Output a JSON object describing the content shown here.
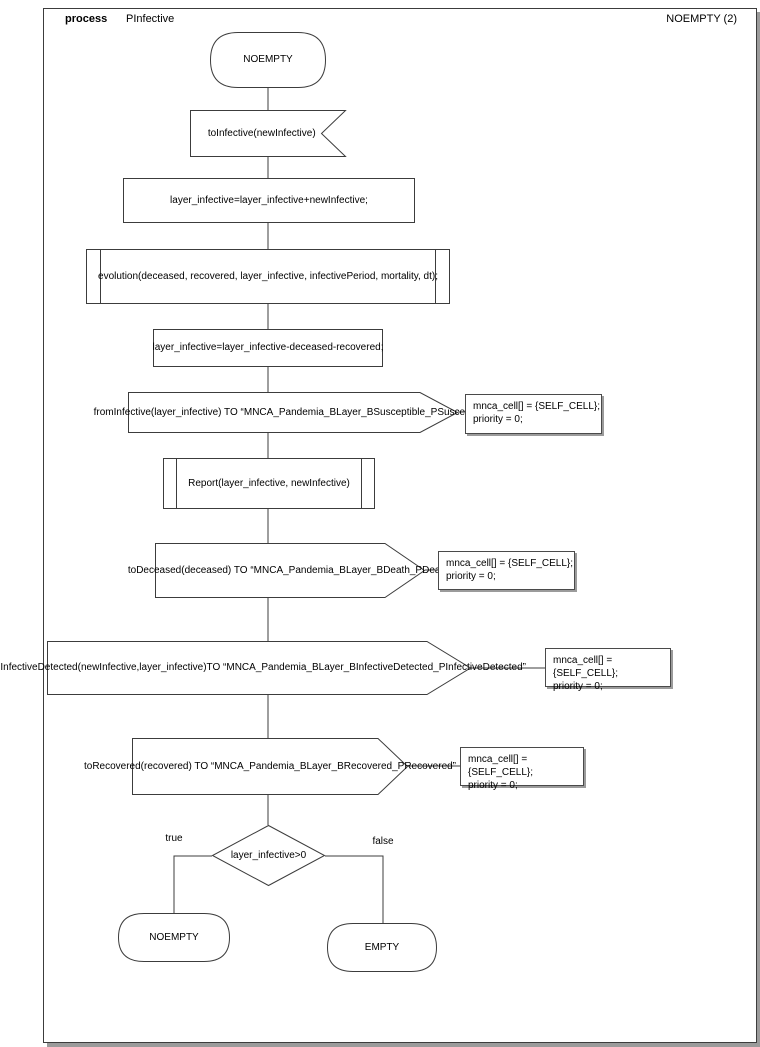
{
  "header": {
    "kind": "process",
    "name": "PInfective",
    "page_ref": "NOEMPTY (2)"
  },
  "flow": {
    "start_state": "NOEMPTY",
    "input_signal": "toInfective(newInfective)",
    "task_add": "layer_infective=layer_infective+newInfective;",
    "call_evolution": "evolution(deceased, recovered, layer_infective, infectivePeriod, mortality, dt);",
    "task_subtract": "layer_infective=layer_infective-deceased-recovered;",
    "out_from_infective": "fromInfective(layer_infective) TO “MNCA_Pandemia_BLayer_BSusceptible_PSusceptible”",
    "call_report": "Report(layer_infective, newInfective)",
    "out_to_deceased": "toDeceased(deceased) TO “MNCA_Pandemia_BLayer_BDeath_PDeath”",
    "out_to_infective_detected": "toInfectiveDetected(newInfective,layer_infective)TO “MNCA_Pandemia_BLayer_BInfectiveDetected_PInfectiveDetected”",
    "out_to_recovered": "toRecovered(recovered) TO “MNCA_Pandemia_BLayer_BRecovered_PRecovered”",
    "decision": "layer_infective>0",
    "label_true": "true",
    "label_false": "false",
    "end_state_true": "NOEMPTY",
    "end_state_false": "EMPTY"
  },
  "comments": [
    {
      "line1": "mnca_cell[] = {SELF_CELL};",
      "line2": "priority = 0;"
    },
    {
      "line1": "mnca_cell[] = {SELF_CELL};",
      "line2": "priority = 0;"
    },
    {
      "line1": "mnca_cell[] = {SELF_CELL};",
      "line2": "priority = 0;"
    },
    {
      "line1": "mnca_cell[] = {SELF_CELL};",
      "line2": "priority = 0;"
    }
  ],
  "colors": {
    "line": "#3c3c3c",
    "shadow": "#9b9b9b",
    "text": "#000000",
    "background": "#ffffff"
  }
}
